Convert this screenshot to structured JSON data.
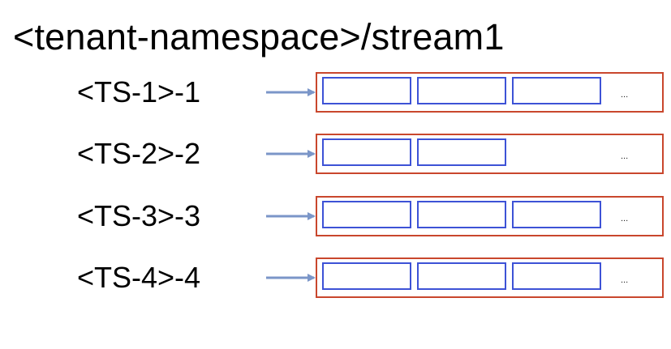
{
  "title": "<tenant-namespace>/stream1",
  "colors": {
    "arrow": "#7b96c8",
    "partition_border": "#c9472d",
    "segment_border": "#3d52d6",
    "text": "#000000"
  },
  "partitions": [
    {
      "label": "<TS-1>-1",
      "segments": 3,
      "more": "..."
    },
    {
      "label": "<TS-2>-2",
      "segments": 2,
      "more": "..."
    },
    {
      "label": "<TS-3>-3",
      "segments": 3,
      "more": "..."
    },
    {
      "label": "<TS-4>-4",
      "segments": 3,
      "more": "..."
    }
  ]
}
